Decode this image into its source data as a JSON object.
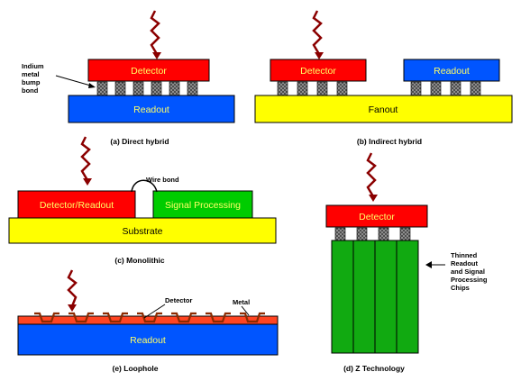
{
  "colors": {
    "detector": "#ff0000",
    "readout": "#0055ff",
    "fanout": "#ffff00",
    "substrate": "#ffff00",
    "signal": "#00cc00",
    "stack": "#11aa11",
    "bump": "#777777",
    "photon": "#8b0000",
    "metal": "#8b2a00"
  },
  "panel_a": {
    "detector": "Detector",
    "readout": "Readout",
    "annotation_lines": [
      "Indium",
      "metal",
      "bump",
      "bond"
    ],
    "caption": "(a) Direct hybrid"
  },
  "panel_b": {
    "detector": "Detector",
    "readout": "Readout",
    "fanout": "Fanout",
    "caption": "(b) Indirect hybrid"
  },
  "panel_c": {
    "detector": "Detector/Readout",
    "signal": "Signal Processing",
    "substrate": "Substrate",
    "wire": "Wire bond",
    "caption": "(c) Monolithic"
  },
  "panel_d": {
    "readout": "Readout",
    "detector_label": "Detector",
    "metal_label": "Metal",
    "caption": "(e) Loophole"
  },
  "panel_e": {
    "detector": "Detector",
    "annotation_lines": [
      "Thinned",
      "Readout",
      "and Signal",
      "Processing",
      "Chips"
    ],
    "caption": "(d) Z Technology"
  }
}
